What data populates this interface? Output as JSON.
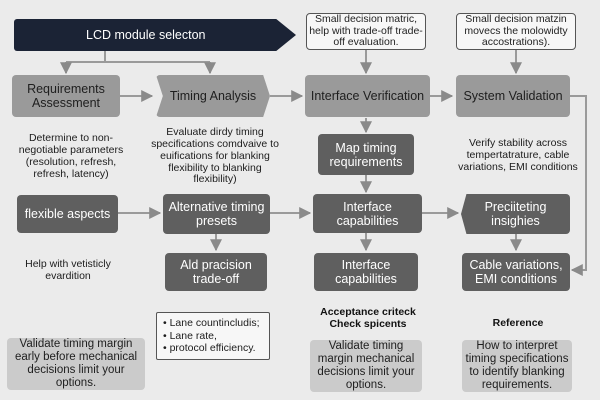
{
  "header": {
    "title": "LCD module selecton"
  },
  "notes": {
    "top_center": "Small decision matric, help with trade-off trade-off evaluation.",
    "top_right": "Small decision matzin movecs the molowidty accostrations)."
  },
  "stages": {
    "requirements": "Requirements Assessment",
    "timing": "Timing Analysis",
    "interface": "Interface Verification",
    "system": "System Validation"
  },
  "descriptions": {
    "requirements": "Determine to non-negotiable parameters (resolution, refresh, refresh, latency)",
    "timing": "Evaluate dirdy timing specifications comdvaive to euifications for blanking flexibility to blanking flexibility)",
    "system": "Verify stability across tempertatrature, cable variations, EMI conditions",
    "flexible_help": "Help with vetisticly evardition"
  },
  "nodes": {
    "map_timing": "Map timing requirements",
    "flexible": "flexible aspects",
    "alternative": "Alternative timing presets",
    "interface_cap_1": "Interface capabilities",
    "preciteting": "Preciiteting insighies",
    "ald_precision": "Ald pracision trade-off",
    "interface_cap_2": "Interface capabilities",
    "cable": "Cable variations, EMI conditions"
  },
  "checklist": {
    "items": [
      "Lane countincludis;",
      "Lane rate,",
      "protocol efficiency."
    ]
  },
  "labels": {
    "acceptance": "Acceptance criteck Check spicents",
    "reference": "Reference"
  },
  "footer": {
    "left": "Validate timing margin early before mechanical decisions limit your options.",
    "center": "Validate timing margin mechanical decisions limit your options.",
    "right": "How to interpret timing specifications to identify blanking requirements."
  }
}
